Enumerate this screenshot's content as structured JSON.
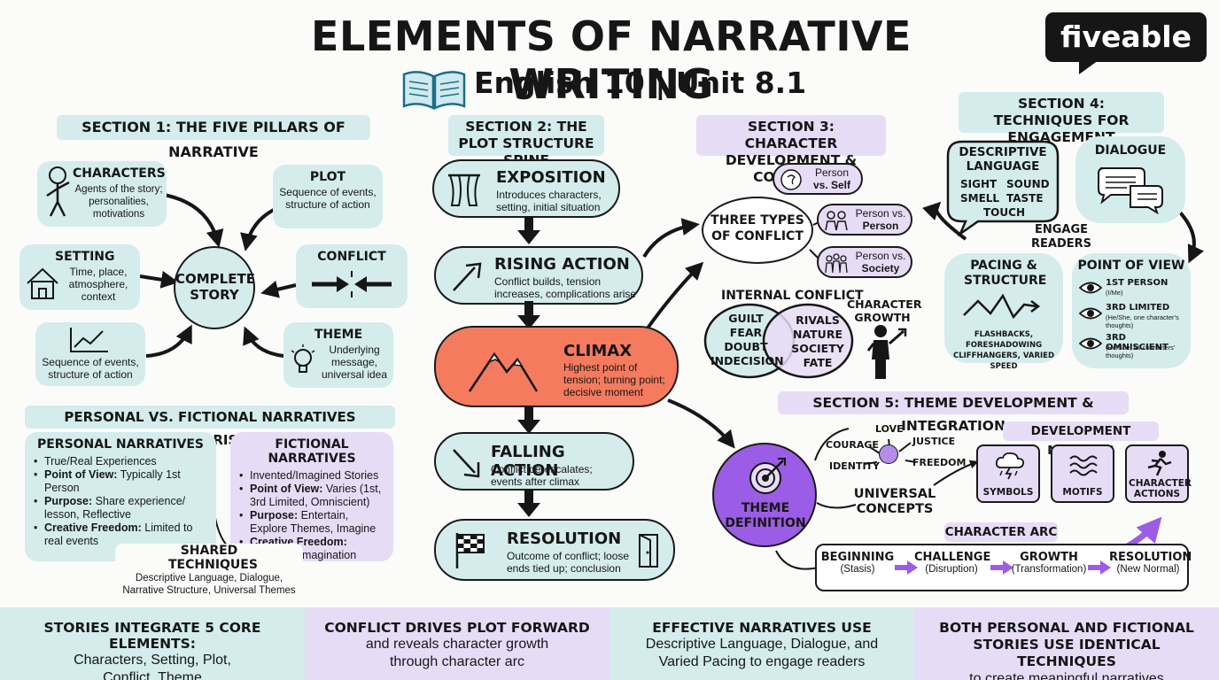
{
  "header": {
    "title": "ELEMENTS OF NARRATIVE WRITING",
    "subtitle": "English 10 | Unit 8.1",
    "logo": "fiveable"
  },
  "section1": {
    "title": "SECTION 1: THE FIVE PILLARS OF NARRATIVE",
    "center": "COMPLETE STORY",
    "characters": {
      "title": "CHARACTERS",
      "text": "Agents of the story; personalities, motivations"
    },
    "plot": {
      "title": "PLOT",
      "text": "Sequence of events, structure of action"
    },
    "setting": {
      "title": "SETTING",
      "text": "Time, place, atmosphere, context"
    },
    "conflict": {
      "title": "CONFLICT"
    },
    "theme": {
      "title": "THEME",
      "text": "Underlying message, universal idea"
    },
    "sequence": {
      "text": "Sequence of events, structure of action"
    }
  },
  "comparison": {
    "title": "PERSONAL VS. FICTIONAL NARRATIVES COMPARISON",
    "personal": {
      "title": "PERSONAL NARRATIVES",
      "items": [
        {
          "label": "",
          "text": "True/Real Experiences"
        },
        {
          "label": "Point of View:",
          "text": " Typically 1st Person"
        },
        {
          "label": "Purpose:",
          "text": " Share experience/ lesson, Reflective"
        },
        {
          "label": "Creative Freedom:",
          "text": " Limited to real events"
        }
      ]
    },
    "fictional": {
      "title": "FICTIONAL NARRATIVES",
      "items": [
        {
          "label": "",
          "text": "Invented/Imagined Stories"
        },
        {
          "label": "Point of View:",
          "text": " Varies (1st, 3rd Limited, Omniscient)"
        },
        {
          "label": "Purpose:",
          "text": " Entertain, Explore Themes, Imagine"
        },
        {
          "label": "Creative Freedom:",
          "text": " Unlimited Imagination"
        }
      ]
    },
    "shared": {
      "title": "SHARED TECHNIQUES",
      "text": "Descriptive Language, Dialogue, Narrative Structure, Universal Themes"
    }
  },
  "section2": {
    "title": "SECTION 2: THE PLOT STRUCTURE SPINE",
    "exposition": {
      "title": "EXPOSITION",
      "text": "Introduces characters, setting, initial situation"
    },
    "rising": {
      "title": "RISING ACTION",
      "text": "Conflict builds, tension increases, complications arise"
    },
    "climax": {
      "title": "CLIMAX",
      "text": "Highest point of tension; turning point; decisive moment"
    },
    "falling": {
      "title": "FALLING ACTION",
      "text": "Conflict de-escalates; events after climax"
    },
    "resolution": {
      "title": "RESOLUTION",
      "text": "Outcome of conflict; loose ends tied up; conclusion"
    }
  },
  "section3": {
    "title": "SECTION 3: CHARACTER DEVELOPMENT & CONFLICT",
    "three_types": "THREE TYPES OF CONFLICT",
    "types": [
      {
        "a": "Person",
        "b": "vs. Self"
      },
      {
        "a": "Person vs.",
        "b": "Person"
      },
      {
        "a": "Person vs.",
        "b": "Society"
      }
    ],
    "internal_title": "INTERNAL CONFLICT",
    "internal_left": [
      "GUILT",
      "FEAR",
      "DOUBT",
      "INDECISION"
    ],
    "internal_right": [
      "RIVALS",
      "NATURE",
      "SOCIETY",
      "FATE"
    ],
    "growth": "CHARACTER GROWTH"
  },
  "section4": {
    "title": "SECTION 4: TECHNIQUES FOR ENGAGEMENT",
    "descriptive": "DESCRIPTIVE LANGUAGE",
    "senses": [
      "SIGHT",
      "SOUND",
      "SMELL",
      "TASTE",
      "TOUCH"
    ],
    "dialogue": "DIALOGUE",
    "engage": "ENGAGE READERS",
    "pacing": "PACING & STRUCTURE",
    "pacing_text": "FLASHBACKS, FORESHADOWING CLIFFHANGERS, VARIED SPEED",
    "pov": "POINT OF VIEW",
    "pov_items": [
      {
        "title": "1ST PERSON",
        "sub": "(I/Me)"
      },
      {
        "title": "3RD LIMITED",
        "sub": "(He/She, one character's thoughts)"
      },
      {
        "title": "3RD OMNISCIENT",
        "sub": "(He/She, All characters' thoughts)"
      }
    ]
  },
  "section5": {
    "title": "SECTION 5: THEME DEVELOPMENT & INTEGRATION",
    "theme_def": "THEME DEFINITION",
    "concepts": [
      "COURAGE",
      "LOVE",
      "JUSTICE",
      "IDENTITY",
      "FREEDOM"
    ],
    "universal": "UNIVERSAL CONCEPTS",
    "methods_title": "DEVELOPMENT METHODS",
    "methods": [
      "SYMBOLS",
      "MOTIFS",
      "CHARACTER ACTIONS"
    ],
    "arc_title": "CHARACTER ARC",
    "arc": [
      {
        "t": "BEGINNING",
        "s": "(Stasis)"
      },
      {
        "t": "CHALLENGE",
        "s": "(Disruption)"
      },
      {
        "t": "GROWTH",
        "s": "(Transformation)"
      },
      {
        "t": "RESOLUTION",
        "s": "(New Normal)"
      }
    ]
  },
  "footer": [
    {
      "title": "STORIES INTEGRATE 5 CORE ELEMENTS:",
      "text": "Characters, Setting, Plot, Conflict, Theme"
    },
    {
      "title": "CONFLICT DRIVES PLOT FORWARD",
      "text": "and reveals character growth through character arc"
    },
    {
      "title": "EFFECTIVE NARRATIVES USE",
      "text": "Descriptive Language, Dialogue, and Varied Pacing to engage readers"
    },
    {
      "title": "BOTH PERSONAL AND FICTIONAL STORIES USE IDENTICAL TECHNIQUES",
      "text": "to create meaningful narratives"
    }
  ],
  "colors": {
    "teal": "#d4ecec",
    "lavender": "#e7dcf6",
    "climax": "#f47b5e",
    "purple": "#9b5de5"
  }
}
